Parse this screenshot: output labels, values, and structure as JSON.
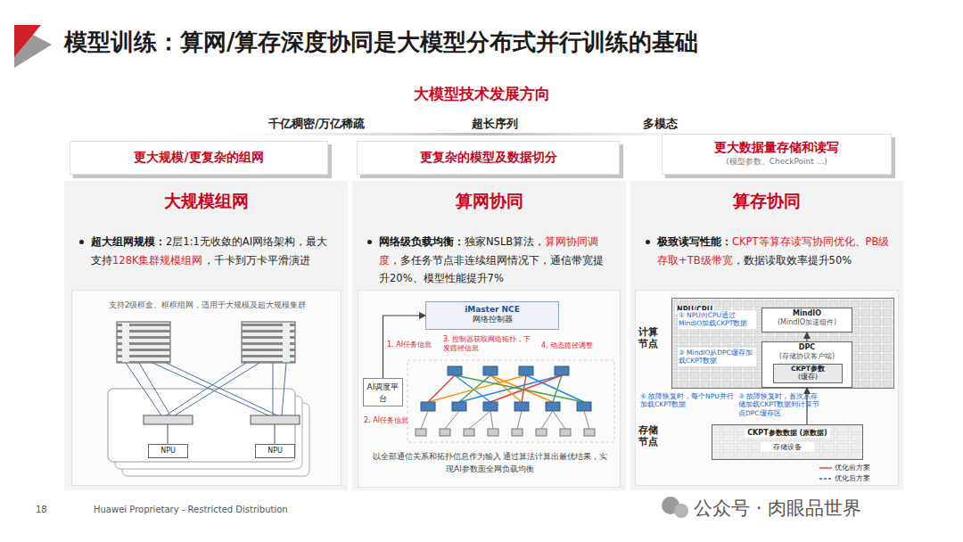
{
  "diagram": {
    "title": "模型训练：算网/算存深度协同是大模型分布式并行训练的基础",
    "nodes": [
      {
        "text": [
          "更大规模/更复杂的组网"
        ]
      },
      {
        "text": [
          "更复杂的模型及数据切分"
        ]
      },
      {
        "text": [
          "更大数据量存储和读写",
          "(模型参数、CheckPoint ...)"
        ]
      },
      {
        "text": [
          "大规模组网",
          "超大组网规模：",
          "2层1:1无收敛的AI网络架构，最大支持",
          "128K集群规模组网",
          "，千卡到万卡平滑演进"
        ]
      },
      {
        "text": [
          "算网协同",
          "网络级负载均衡：",
          "独家NSLB算法，",
          "算网协同调度",
          "，多任务节点非连续组网情况下，通信带宽提升20%、模型性能提升7%"
        ]
      },
      {
        "text": [
          "算存协同",
          "极致读写性能：",
          "CKPT等算存读写协同优化、PB级存取+TB级带宽",
          "，数据读取效率提升50%"
        ]
      },
      {
        "text": [
          "支持2级框盒、框框组网，适用于大规模及超大规模集群"
        ],
        "in": 3
      },
      {
        "text": [
          "以全部通信关系和拓扑信息作为输入 通过算法计算出最优结果，实现AI参数面全网负载均衡"
        ],
        "in": 4
      },
      {
        "text": [
          "计算节点",
          "存储节点"
        ],
        "in": 5
      },
      {
        "text": [
          "NPU"
        ],
        "in": 6
      },
      {
        "text": [
          "NPU"
        ],
        "in": 6
      },
      {
        "text": [
          "iMaster NCE",
          "网络控制器"
        ],
        "in": 7
      },
      {
        "text": [
          "AI调度平台"
        ],
        "in": 7
      },
      {
        "text": [
          "NPU/CPU"
        ],
        "in": 8
      },
      {
        "text": [
          "MindIO",
          "(MindIO加速组件)"
        ],
        "in": 13
      },
      {
        "text": [
          "DPC",
          "(存储协议客户端)"
        ],
        "in": 13
      },
      {
        "text": [
          "CKPT参数",
          "(缓存)"
        ],
        "in": 15
      },
      {
        "text": [
          "CKPT参数数据 (原数据)",
          "存储设备"
        ],
        "in": 8
      }
    ],
    "edges": [
      {
        "from": 12,
        "to": 11,
        "arrow": "to"
      },
      {
        "from": 17,
        "to": 15,
        "arrow": "to"
      },
      {
        "from": 15,
        "to": 14,
        "arrow": "to"
      }
    ],
    "labels": [
      "大模型技术发展方向",
      "千亿稠密/万亿稀疏",
      "超长序列",
      "多模态",
      "1. AI任务信息",
      "3. 控制器获取网络拓扑，下发路径信息",
      "4. 动态路径调整",
      "2. AI任务信息",
      "① NPU向CPU通过MindIO加载CKPT数据",
      "② MindIO从DPC缓存加载CKPT数据",
      "④ 故障恢复时，每个NPU并行加载CKPT数据",
      "③ 故障恢复时，首次从存储加载CKPT数据到计算节点DPC缓存区",
      "18",
      "Huawei Proprietary - Restricted Distribution",
      "公众号 · 肉眼品世界"
    ],
    "legend": [
      {
        "text": "优化前方案"
      },
      {
        "text": "优化后方案"
      }
    ]
  }
}
